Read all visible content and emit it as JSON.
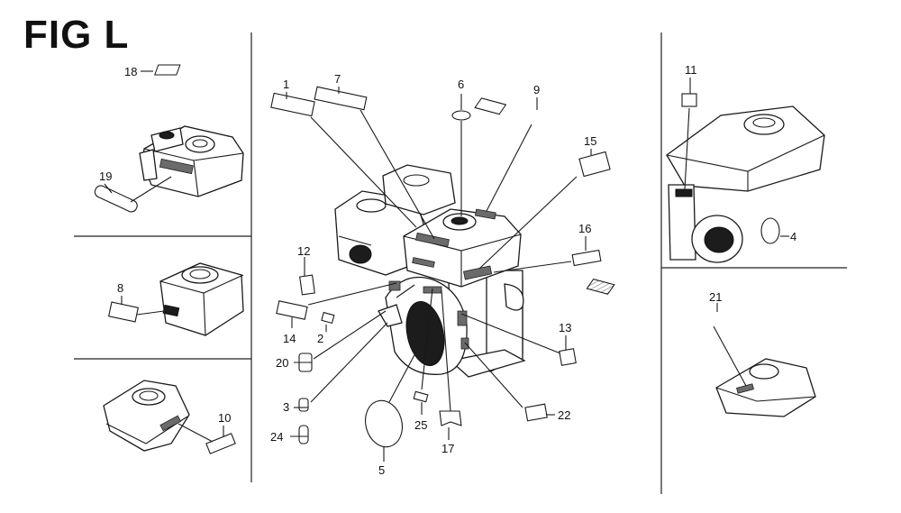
{
  "figure": {
    "title": "FIG L"
  },
  "callouts": [
    "1",
    "2",
    "3",
    "4",
    "5",
    "6",
    "7",
    "8",
    "9",
    "10",
    "11",
    "12",
    "13",
    "14",
    "15",
    "16",
    "17",
    "18",
    "19",
    "20",
    "21",
    "22",
    "24",
    "25"
  ]
}
